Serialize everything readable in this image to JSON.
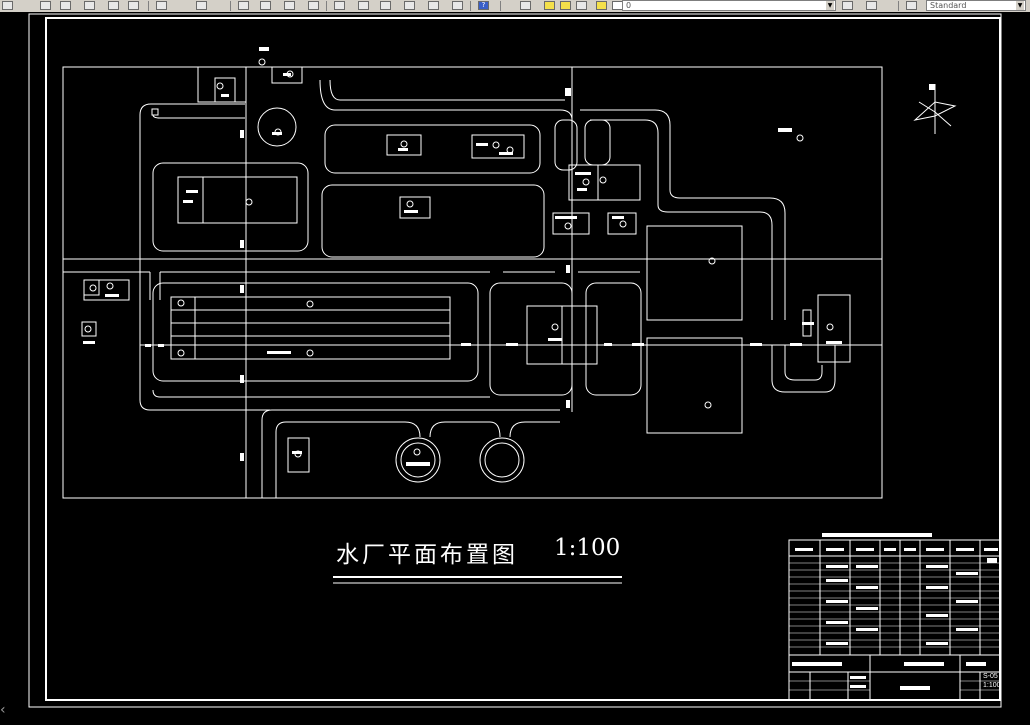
{
  "toolbar": {
    "style_combo": "Standard",
    "layer_value": "0",
    "help_icon": "help-icon"
  },
  "drawing": {
    "title": "水厂平面布置图",
    "scale": "1:100",
    "sheet_number": "S-05",
    "sheet_scale": "1:100"
  },
  "colors": {
    "background": "#000000",
    "lines": "#ffffff",
    "toolbar": "#d4d0c8"
  }
}
